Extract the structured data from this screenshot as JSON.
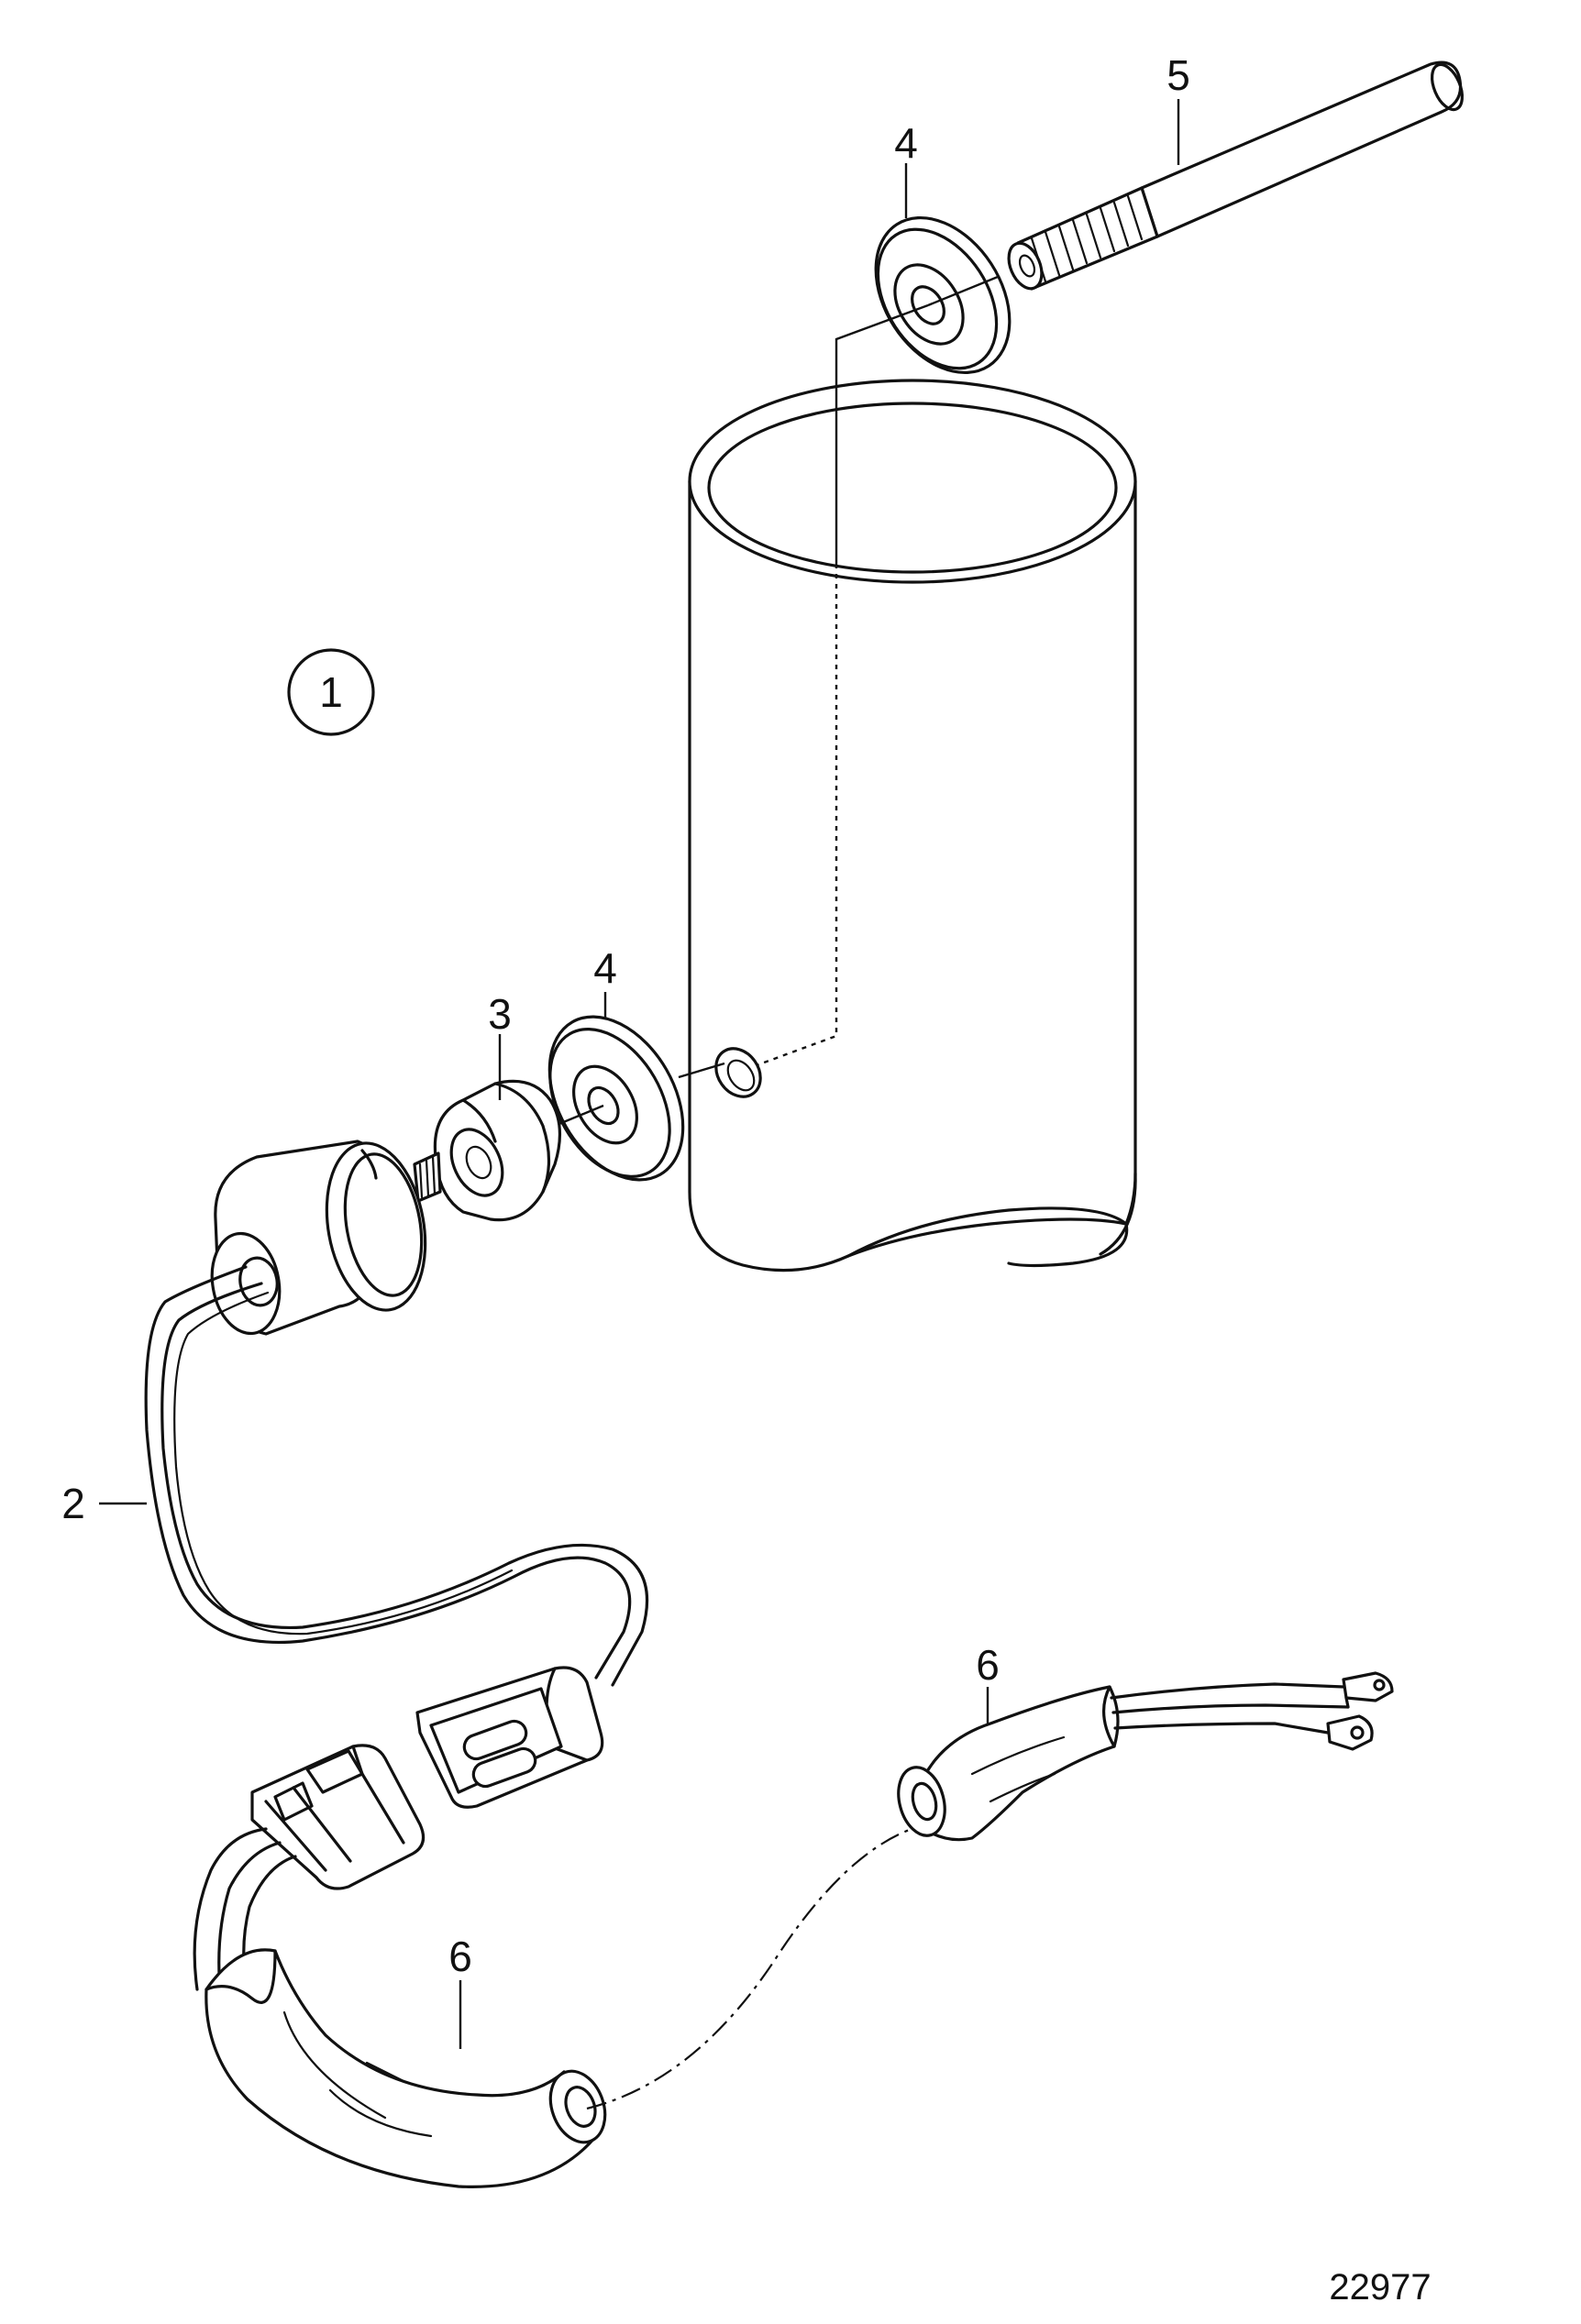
{
  "callouts": {
    "assembly": "1",
    "cable": "2",
    "nut": "3",
    "washer_top": "4",
    "washer_mid": "4",
    "rod": "5",
    "sleeve_right": "6",
    "sleeve_bottom": "6"
  },
  "reference_number": "22977"
}
